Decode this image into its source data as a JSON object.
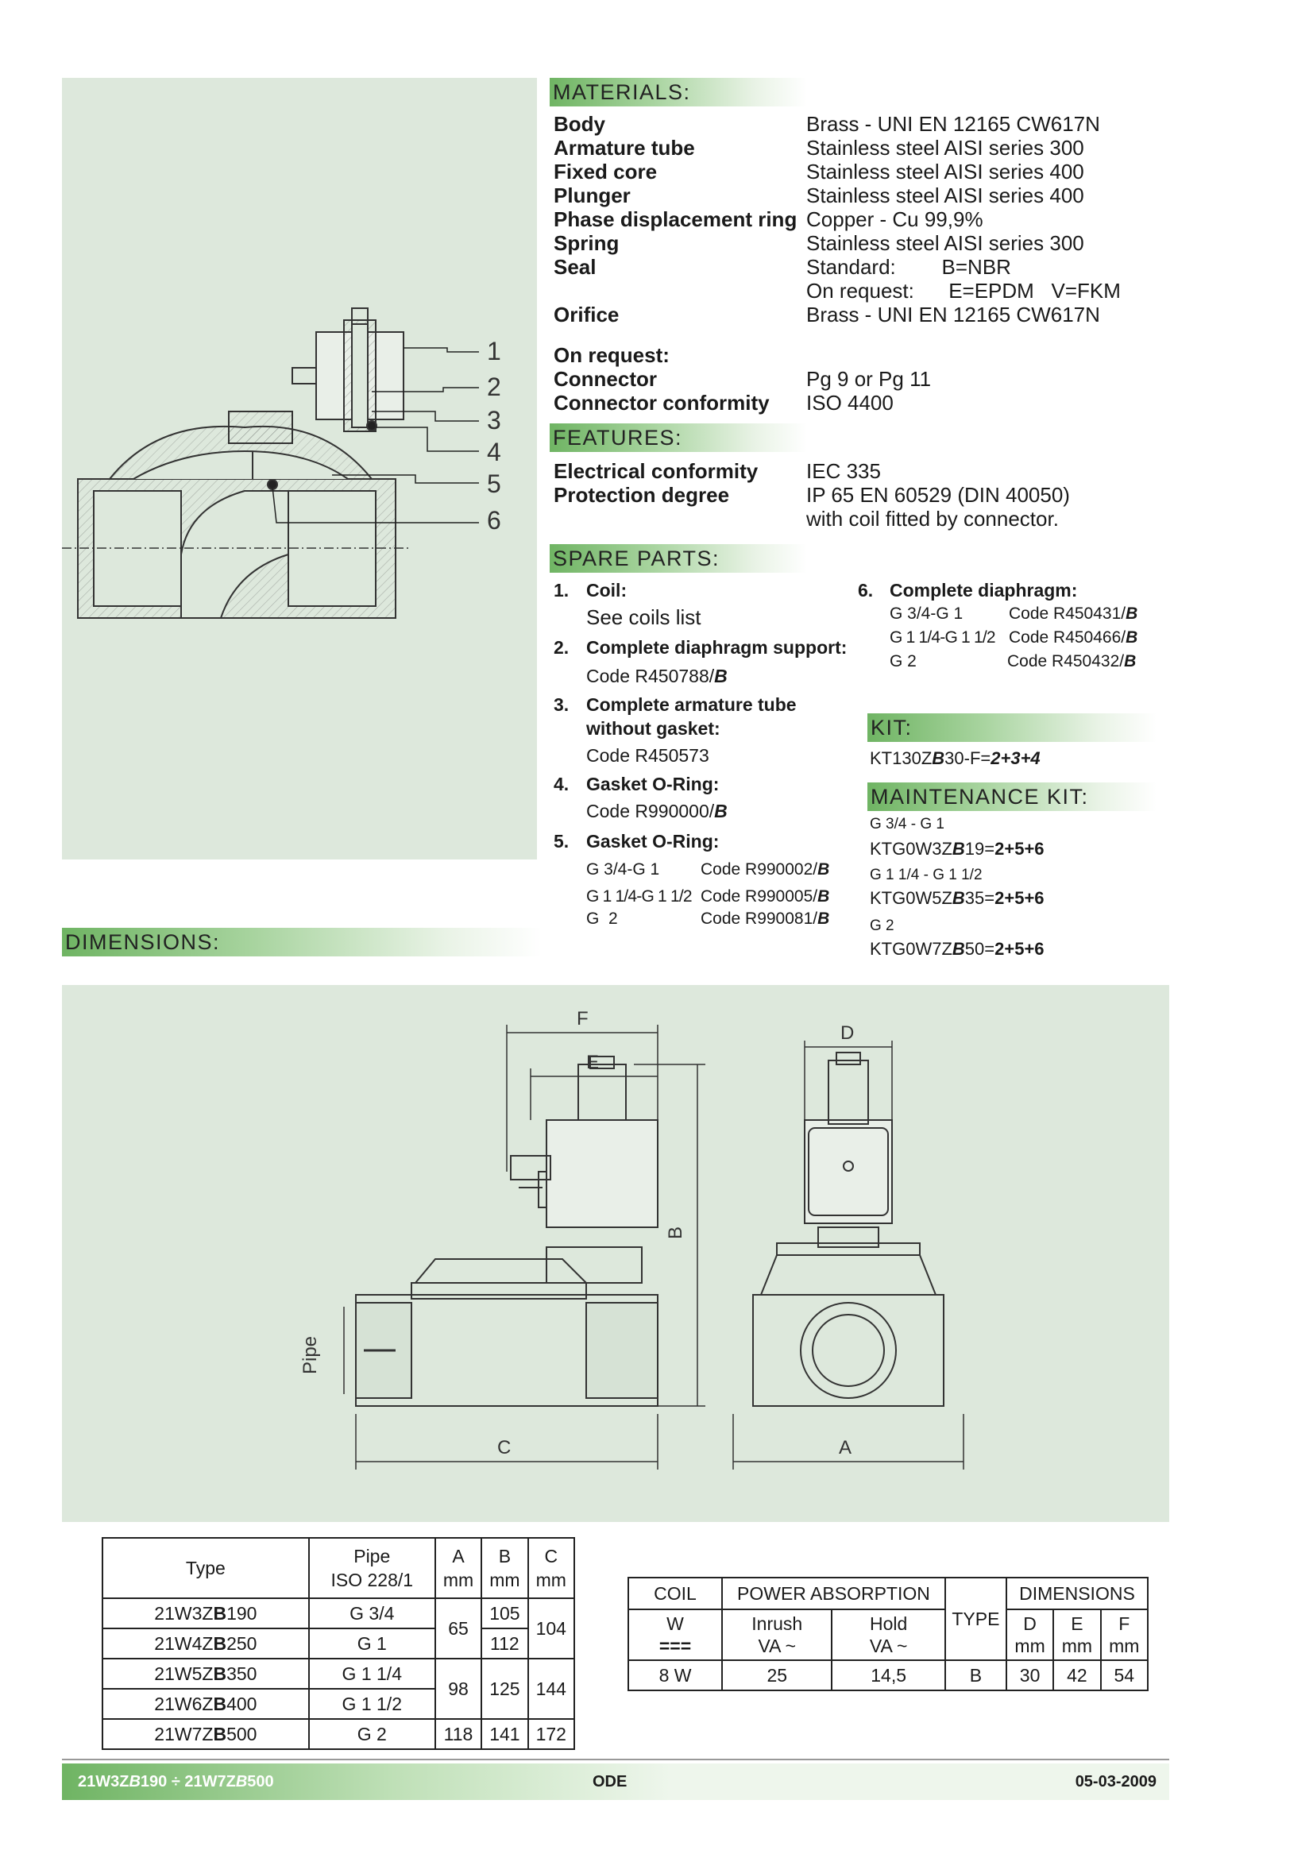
{
  "materials": {
    "header": "MATERIALS:",
    "rows": [
      {
        "label": "Body",
        "value": "Brass - UNI EN 12165 CW617N"
      },
      {
        "label": "Armature tube",
        "value": "Stainless steel AISI series 300"
      },
      {
        "label": "Fixed core",
        "value": "Stainless steel AISI series 400"
      },
      {
        "label": "Plunger",
        "value": "Stainless steel AISI series 400"
      },
      {
        "label": "Phase displacement ring",
        "value": "Copper - Cu 99,9%"
      },
      {
        "label": "Spring",
        "value": "Stainless steel AISI series 300"
      },
      {
        "label": "Seal",
        "value": "Standard:        B=NBR"
      },
      {
        "label": "",
        "value": "On request:      E=EPDM   V=FKM"
      },
      {
        "label": "Orifice",
        "value": "Brass - UNI EN 12165 CW617N"
      }
    ],
    "on_request_title": "On request:",
    "on_request": [
      {
        "label": "Connector",
        "value": "Pg 9 or Pg 11"
      },
      {
        "label": "Connector conformity",
        "value": "ISO 4400"
      }
    ]
  },
  "features": {
    "header": "FEATURES:",
    "rows": [
      {
        "label": "Electrical conformity",
        "value": "IEC 335"
      },
      {
        "label": "Protection degree",
        "value": "IP 65 EN 60529 (DIN 40050)"
      },
      {
        "label": "",
        "value": "with coil fitted by connector."
      }
    ]
  },
  "spare_parts": {
    "header": "SPARE PARTS:",
    "p1_num": "1.",
    "p1_title": "Coil:",
    "p1_text": "See coils list",
    "p2_num": "2.",
    "p2_title": "Complete diaphragm support:",
    "p2_code": "Code R450788/",
    "p2_suffix": "B",
    "p3_num": "3.",
    "p3_title_a": "Complete armature tube",
    "p3_title_b": "without gasket:",
    "p3_code": "Code R450573",
    "p4_num": "4.",
    "p4_title": "Gasket O-Ring:",
    "p4_code": "Code R990000/",
    "p4_suffix": "B",
    "p5_num": "5.",
    "p5_title": "Gasket O-Ring:",
    "p5_rows": [
      {
        "size": "G 3/4-G 1",
        "code": "Code R990002/",
        "suffix": "B"
      },
      {
        "size": "G 1 1/4-G 1 1/2",
        "code": "Code R990005/",
        "suffix": "B"
      },
      {
        "size": "G  2",
        "code": "Code R990081/",
        "suffix": "B"
      }
    ],
    "p6_num": "6.",
    "p6_title": "Complete diaphragm:",
    "p6_rows": [
      {
        "size": "G 3/4-G 1",
        "code": "Code R450431/",
        "suffix": "B"
      },
      {
        "size": "G 1 1/4-G 1 1/2",
        "code": "Code R450466/",
        "suffix": "B"
      },
      {
        "size": "G 2",
        "code": "Code R450432/",
        "suffix": "B"
      }
    ]
  },
  "kit": {
    "header": "KIT:",
    "code_a": "KT130Z",
    "code_b": "B",
    "code_c": "30-F=",
    "code_d": "2+3+4"
  },
  "maintenance_kit": {
    "header": "MAINTENANCE KIT:",
    "items": [
      {
        "size": "G 3/4 - G 1",
        "pre": "KTG0W3Z",
        "b": "B",
        "post": "19=",
        "parts": "2+5+6"
      },
      {
        "size": "G 1 1/4 - G 1 1/2",
        "pre": "KTG0W5Z",
        "b": "B",
        "post": "35=",
        "parts": "2+5+6"
      },
      {
        "size": "G 2",
        "pre": "KTG0W7Z",
        "b": "B",
        "post": "50=",
        "parts": "2+5+6"
      }
    ]
  },
  "dimensions_header": "DIMENSIONS:",
  "section_numbers": [
    "1",
    "2",
    "3",
    "4",
    "5",
    "6"
  ],
  "drawing_labels": {
    "F": "F",
    "E": "E",
    "D": "D",
    "B": "B",
    "C": "C",
    "A": "A",
    "pipe": "Pipe"
  },
  "dim_table": {
    "h_type": "Type",
    "h_pipe_a": "Pipe",
    "h_pipe_b": "ISO 228/1",
    "h_a": "A",
    "h_b": "B",
    "h_c": "C",
    "unit": "mm",
    "rows": [
      {
        "pre": "21W3Z",
        "b": "B",
        "post": "190",
        "pipe": "G 3/4"
      },
      {
        "pre": "21W4Z",
        "b": "B",
        "post": "250",
        "pipe": "G 1"
      },
      {
        "pre": "21W5Z",
        "b": "B",
        "post": "350",
        "pipe": "G 1 1/4"
      },
      {
        "pre": "21W6Z",
        "b": "B",
        "post": "400",
        "pipe": "G 1 1/2"
      },
      {
        "pre": "21W7Z",
        "b": "B",
        "post": "500",
        "pipe": "G 2"
      }
    ],
    "a1": "65",
    "a2": "98",
    "a3": "118",
    "b1": "105",
    "b2": "112",
    "b3": "125",
    "b4": "141",
    "c1": "104",
    "c2": "144",
    "c3": "172"
  },
  "coil_table": {
    "h_coil": "COIL",
    "h_power": "POWER ABSORPTION",
    "h_type": "TYPE",
    "h_dims": "DIMENSIONS",
    "h_w": "W",
    "h_w_sym": "===",
    "h_inrush_a": "Inrush",
    "h_inrush_b": "VA ~",
    "h_hold_a": "Hold",
    "h_hold_b": "VA ~",
    "h_d": "D",
    "h_e": "E",
    "h_f": "F",
    "unit": "mm",
    "row": {
      "w": "8 W",
      "inrush": "25",
      "hold": "14,5",
      "type": "B",
      "d": "30",
      "e": "42",
      "f": "54"
    }
  },
  "footer": {
    "left_a": "21W3Z",
    "left_b": "B",
    "left_c": "190 ÷ 21W7Z",
    "left_d": "B",
    "left_e": "500",
    "center": "ODE",
    "right": "05-03-2009"
  }
}
